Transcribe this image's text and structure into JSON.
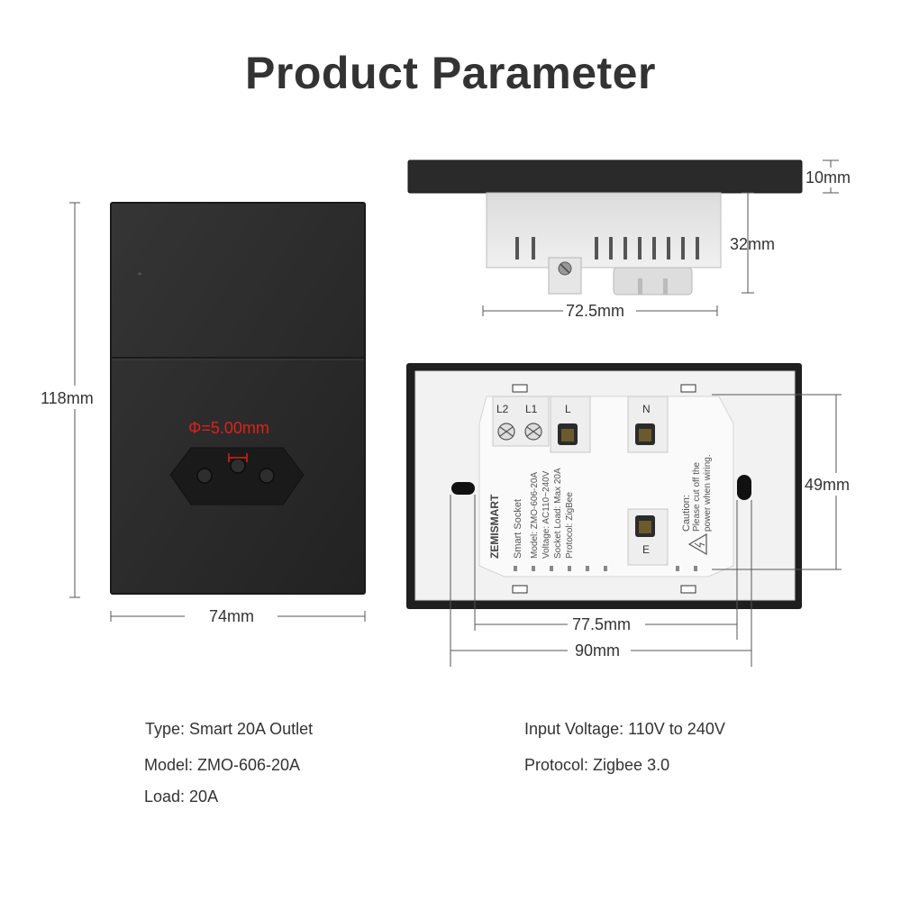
{
  "title": "Product Parameter",
  "dimensions": {
    "front_height": "118mm",
    "front_width": "74mm",
    "hole_diameter": "Φ=5.00mm",
    "side_plate_thickness": "10mm",
    "side_depth": "32mm",
    "side_width": "72.5mm",
    "back_hole_spacing": "49mm",
    "back_inner_width": "77.5mm",
    "back_outer_width": "90mm"
  },
  "terminals": {
    "l2": "L2",
    "l1": "L1",
    "l": "L",
    "n": "N",
    "e": "E"
  },
  "label": {
    "brand": "ZEMISMART",
    "product": "Smart Socket",
    "model": "Model: ZMO-606-20A",
    "voltage": "Voltage: AC110~240V",
    "load": "Socket Load: Max 20A",
    "protocol": "Protocol: ZigBee",
    "caution_title": "Caution:",
    "caution_1": "Please cut off the",
    "caution_2": "power when wiring."
  },
  "specs": {
    "type": "Type: Smart 20A Outlet",
    "model": "Model: ZMO-606-20A",
    "load": "Load: 20A",
    "input_voltage": "Input Voltage: 110V to 240V",
    "protocol": "Protocol: Zigbee 3.0"
  },
  "colors": {
    "panel": "#2b2b2b",
    "hole_label": "#e0201b",
    "back_plate": "#f2f2f2",
    "dim_line": "#555555"
  }
}
